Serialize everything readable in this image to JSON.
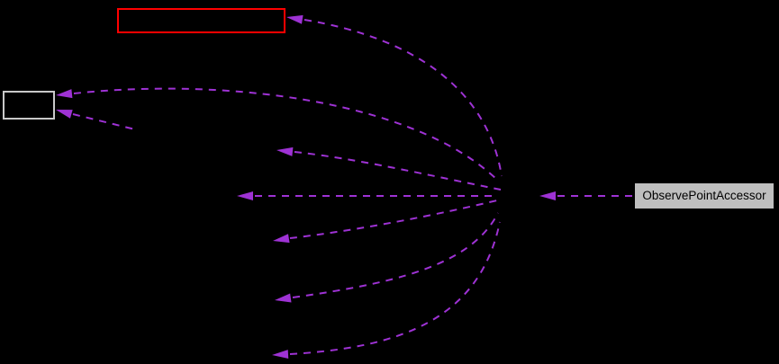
{
  "diagram": {
    "kind": "collaboration-graph",
    "edge_style": "dashed",
    "edge_count": 9
  },
  "colors": {
    "background": "#000000",
    "edge": "#9e32d4",
    "truncated_border": "#ff0000",
    "small_border": "#c9c9c9",
    "accessor_fill": "#bfbfbf",
    "accessor_text": "#000000"
  },
  "nodes": {
    "truncated": {
      "label": ""
    },
    "small": {
      "label": ""
    },
    "accessor": {
      "label": "ObservePointAccessor"
    }
  }
}
